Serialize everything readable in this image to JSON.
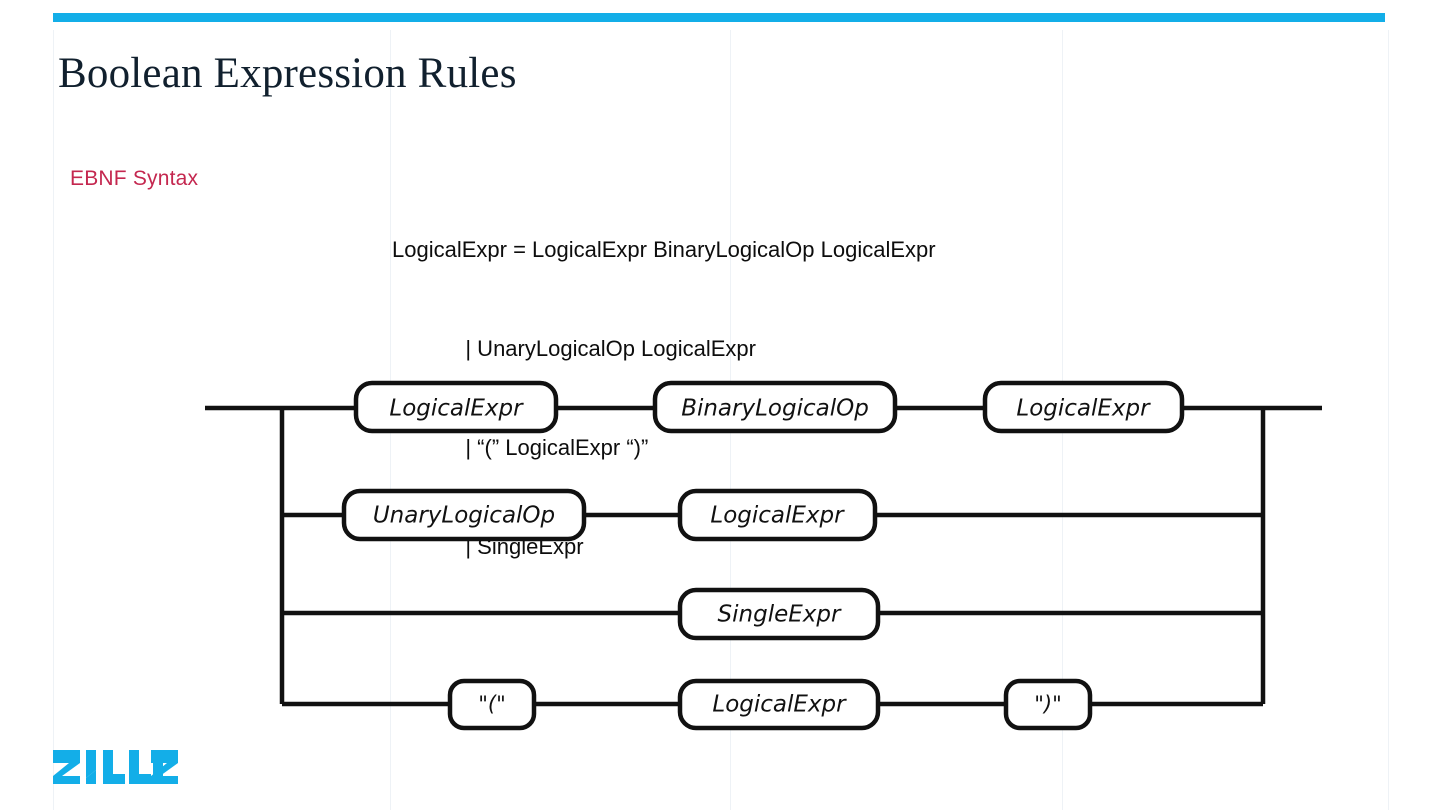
{
  "slide": {
    "title": "Boolean Expression Rules",
    "accent_color": "#13AEE8",
    "label_color": "#C4274F",
    "brand": "ZILLIZ"
  },
  "ebnf": {
    "label": "EBNF Syntax",
    "lines": [
      "LogicalExpr = LogicalExpr BinaryLogicalOp LogicalExpr",
      "            | UnaryLogicalOp LogicalExpr",
      "            | “(” LogicalExpr “)”",
      "            | SingleExpr"
    ]
  },
  "diagram": {
    "type": "railroad-syntax-diagram",
    "rule_name": "LogicalExpr",
    "alternatives": [
      {
        "row": 1,
        "terms": [
          "LogicalExpr",
          "BinaryLogicalOp",
          "LogicalExpr"
        ]
      },
      {
        "row": 2,
        "terms": [
          "UnaryLogicalOp",
          "LogicalExpr"
        ]
      },
      {
        "row": 3,
        "terms": [
          "SingleExpr"
        ]
      },
      {
        "row": 4,
        "terms": [
          "\"(\"",
          "LogicalExpr",
          "\")\""
        ]
      }
    ],
    "boxes": {
      "r1c1": "LogicalExpr",
      "r1c2": "BinaryLogicalOp",
      "r1c3": "LogicalExpr",
      "r2c1": "UnaryLogicalOp",
      "r2c2": "LogicalExpr",
      "r3c1": "SingleExpr",
      "r4c1": "\"(\"",
      "r4c2": "LogicalExpr",
      "r4c3": "\")\""
    }
  }
}
